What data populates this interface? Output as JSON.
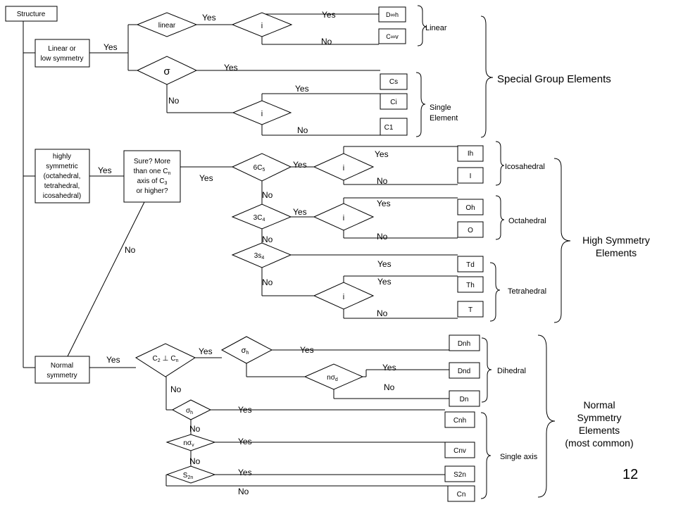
{
  "page_number": "12",
  "labels": {
    "yes": "Yes",
    "no": "No"
  },
  "left_boxes": {
    "structure": "Structure",
    "linear": [
      "Linear or",
      "low symmetry"
    ],
    "highly": [
      "highly",
      "symmetric",
      "(octahedral,",
      "tetrahedral,",
      "icosahedral)"
    ],
    "normal": [
      "Normal",
      "symmetry"
    ],
    "sure": [
      "Sure? More",
      "than one C",
      "axis of C",
      "or higher?"
    ]
  },
  "diamonds": {
    "linear": "linear",
    "i": "i",
    "sigma": "σ",
    "c5": "6C",
    "c4": "3C",
    "s4": "3s",
    "c2perp": "C",
    "sigma_h": "σ",
    "n_sigma_d": "nσ",
    "n_sigma_v": "nσ",
    "s2n": "S"
  },
  "subs": {
    "n": "n",
    "h": "h",
    "d": "d",
    "v": "v",
    "2": "2",
    "3": "3",
    "4": "4",
    "5": "5",
    "2n": "2n",
    "perp": "⊥"
  },
  "results": {
    "dinfh": "D∞h",
    "cinfv": "C∞v",
    "cs": "Cs",
    "ci": "Ci",
    "c1": "C1",
    "ih": "Ih",
    "i": "I",
    "oh": "Oh",
    "o": "O",
    "td": "Td",
    "th": "Th",
    "t": "T",
    "dnh": "Dnh",
    "dnd": "Dnd",
    "dn": "Dn",
    "cnh": "Cnh",
    "cnv": "Cnv",
    "s2n": "S2n",
    "cn": "Cn"
  },
  "groups": {
    "linear": "Linear",
    "single_element": [
      "Single",
      "Element"
    ],
    "special": "Special Group Elements",
    "icosahedral": "Icosahedral",
    "octahedral": "Octahedral",
    "tetrahedral": "Tetrahedral",
    "high": [
      "High Symmetry",
      "Elements"
    ],
    "dihedral": "Dihedral",
    "single_axis": "Single axis",
    "normal": [
      "Normal",
      "Symmetry",
      "Elements",
      "(most common)"
    ]
  }
}
